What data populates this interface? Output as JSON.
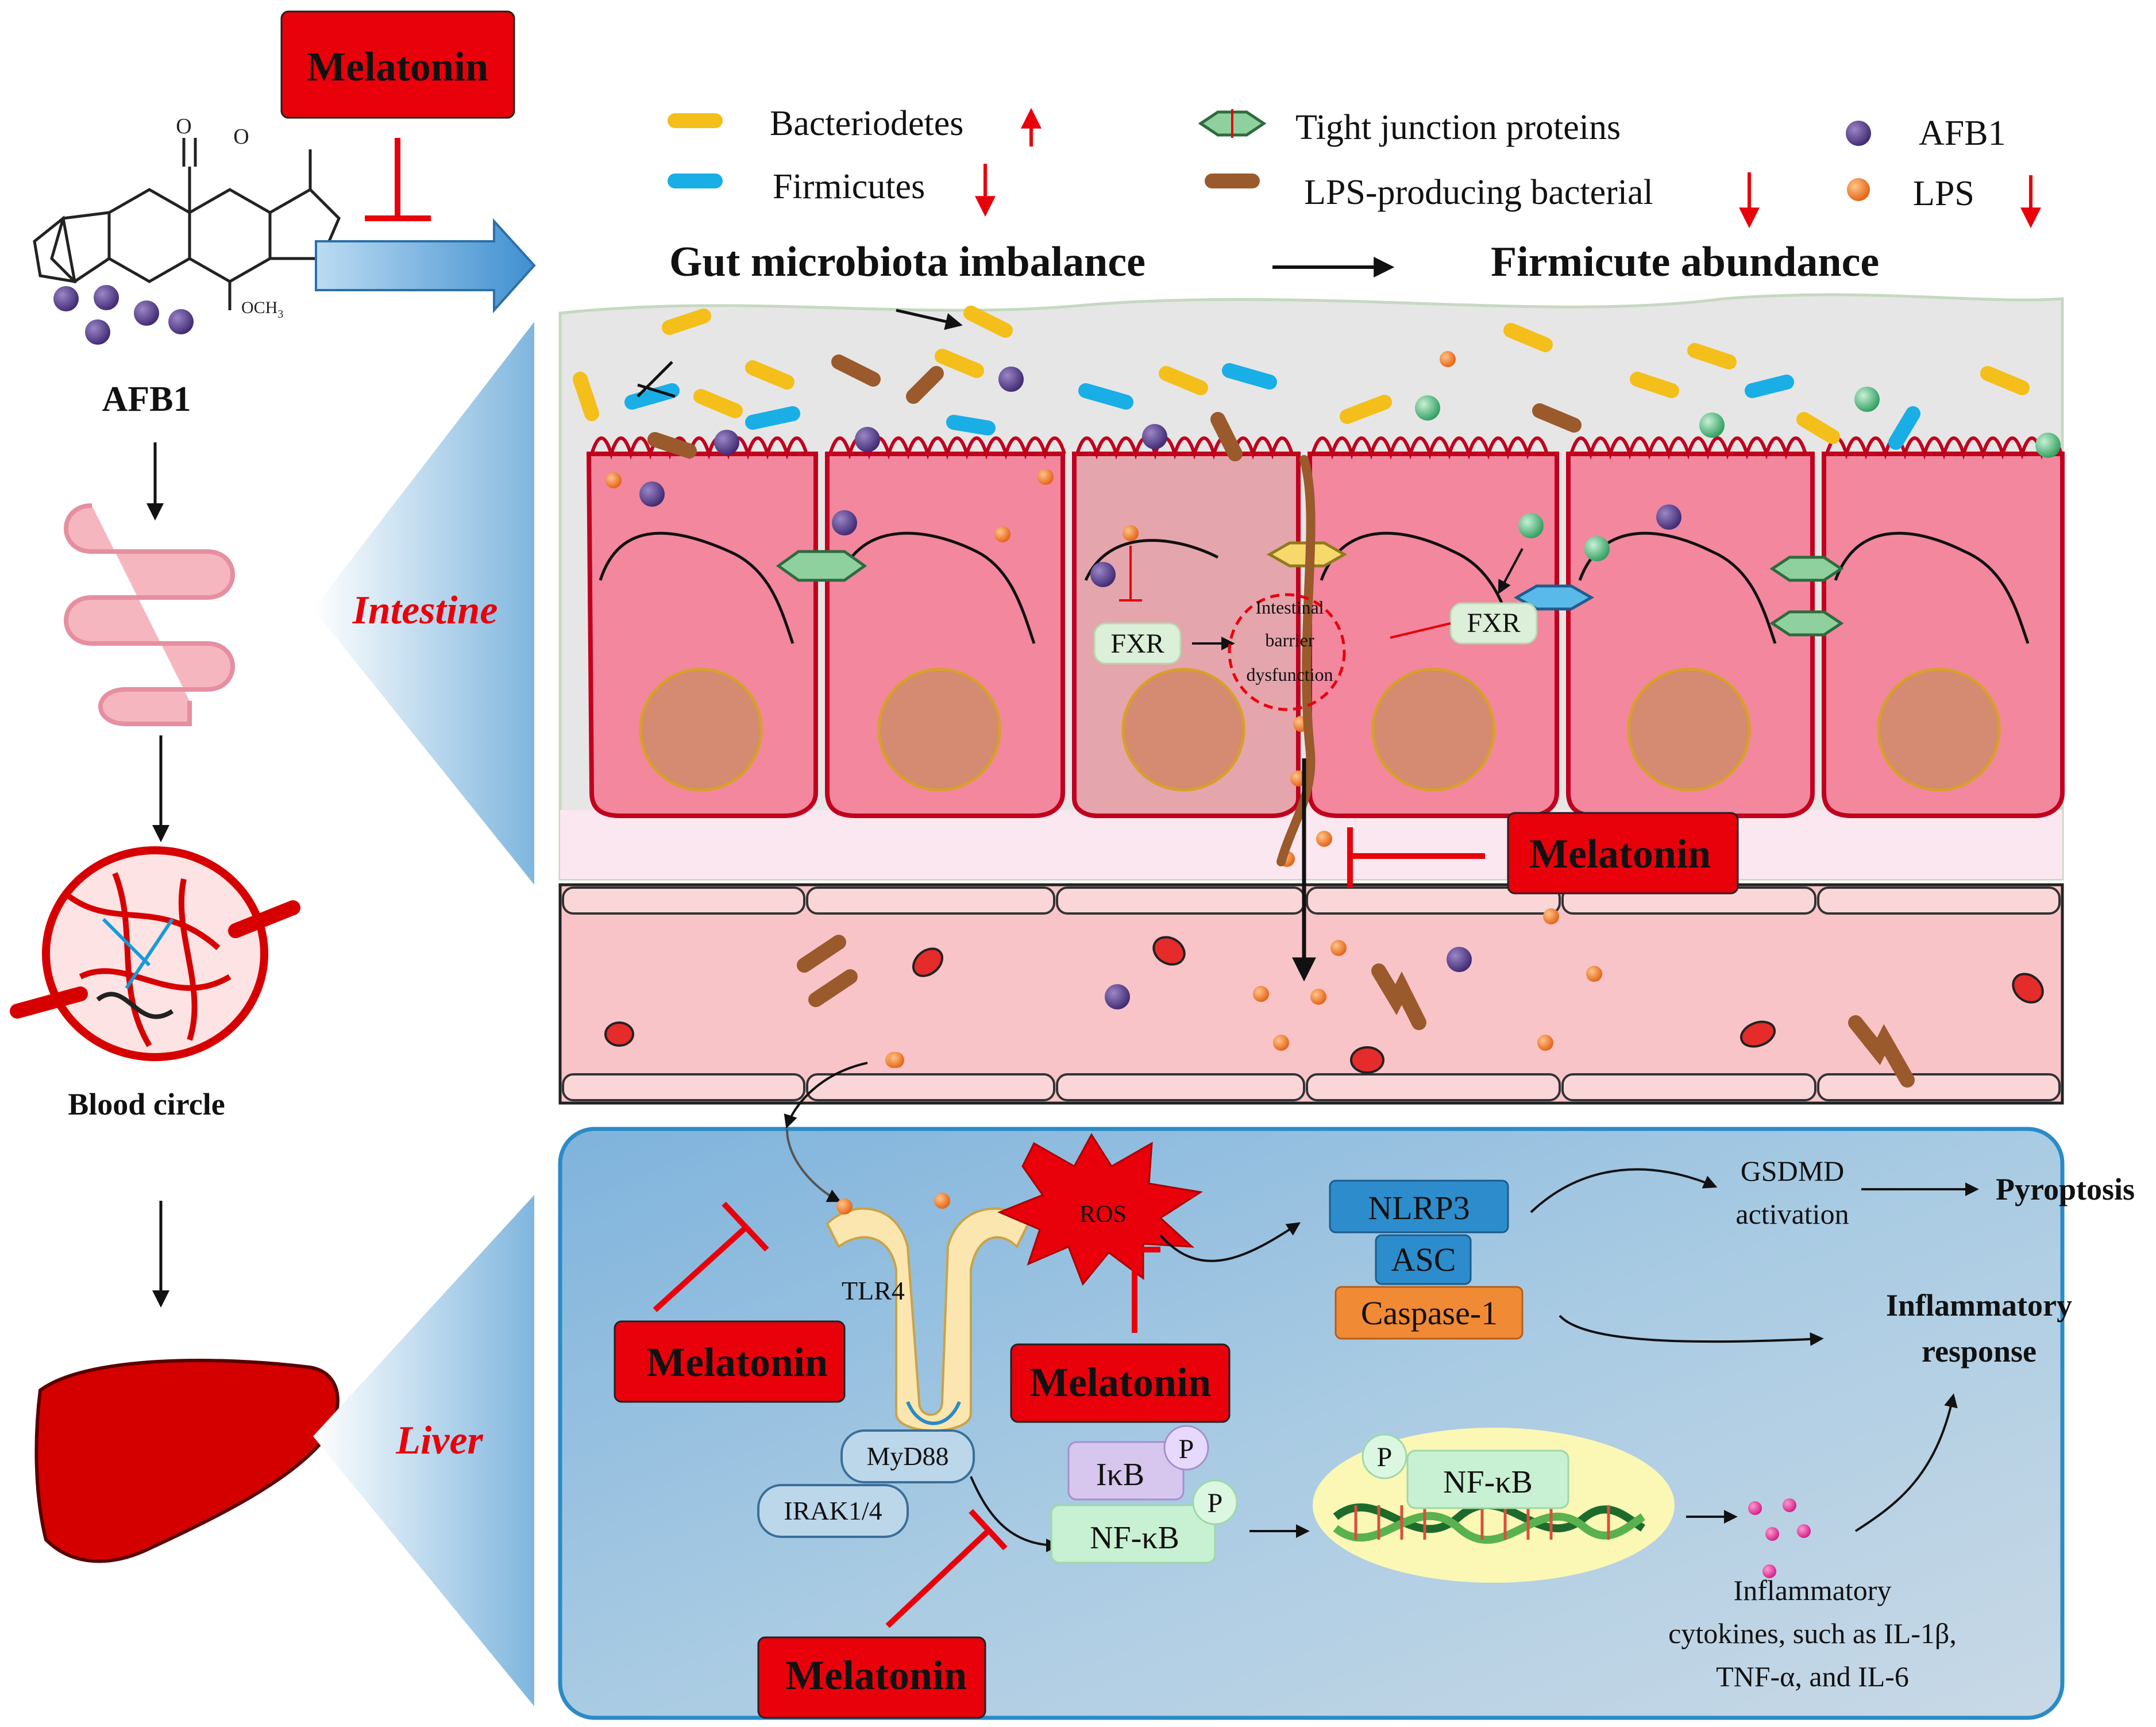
{
  "drug": {
    "label": "Melatonin"
  },
  "left_column": {
    "afb1_label": "AFB1",
    "methoxy_label": "OCH",
    "methoxy_sub": "3",
    "blood_label": "Blood circle"
  },
  "organs": {
    "intestine": "Intestine",
    "liver": "Liver"
  },
  "legend": {
    "bacteriodetes": "Bacteriodetes",
    "firmicutes": "Firmicutes",
    "tight_junction": "Tight junction proteins",
    "lps_bacterial": "LPS-producing bacterial",
    "afb1": "AFB1",
    "lps": "LPS"
  },
  "headline": {
    "imbalance": "Gut microbiota imbalance",
    "abundance": "Firmicute abundance"
  },
  "intestine_labels": {
    "fxr": "FXR",
    "barrier_1": "Intestinal",
    "barrier_2": "barrier",
    "barrier_3": "dysfunction"
  },
  "liver_labels": {
    "ros": "ROS",
    "tlr4": "TLR4",
    "myd88": "MyD88",
    "irak": "IRAK1/4",
    "ikb": "IκB",
    "nfkb": "NF-κB",
    "p": "P",
    "nlrp3": "NLRP3",
    "asc": "ASC",
    "caspase": "Caspase-1",
    "gsdmd_1": "GSDMD",
    "gsdmd_2": "activation",
    "pyroptosis": "Pyroptosis",
    "inflam_1": "Inflammatory",
    "inflam_2": "response",
    "cyto_1": "Inflammatory",
    "cyto_2": "cytokines,  such as IL-1β,",
    "cyto_3": "TNF-α,  and IL-6"
  },
  "colors": {
    "melatonin_box": "#e8000b",
    "inhibit": "#e8000b",
    "bacteriodetes": "#f4bf1a",
    "firmicutes": "#19aee6",
    "lps_bacterial": "#9a5a2c",
    "afb1": "#5b3f8c",
    "lps": "#f37b21",
    "cell": "#f39bb3",
    "liver_bg": "#a9cbe3",
    "nlrp3": "#2d8ccc",
    "caspase": "#f08a34",
    "nucleus": "#fbf7b5"
  }
}
